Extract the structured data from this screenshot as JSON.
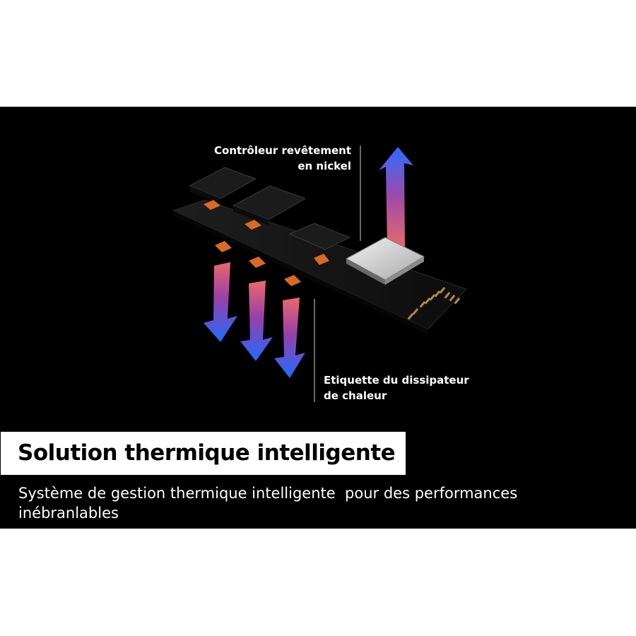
{
  "callouts": {
    "controller_line1": "Contrôleur revêtement",
    "controller_line2": "en nickel",
    "heatsink_line1": "Etiquette du dissipateur",
    "heatsink_line2": "de chaleur"
  },
  "title": "Solution thermique intelligente",
  "subtitle_line1": "Système de gestion thermique intelligente  pour des performances",
  "subtitle_line2": "inébranlables",
  "colors": {
    "background": "#000000",
    "title_box": "#ffffff",
    "arrow_hot": "#e4606a",
    "arrow_cold": "#1f6bff",
    "chip_orange": "#d76a25"
  }
}
